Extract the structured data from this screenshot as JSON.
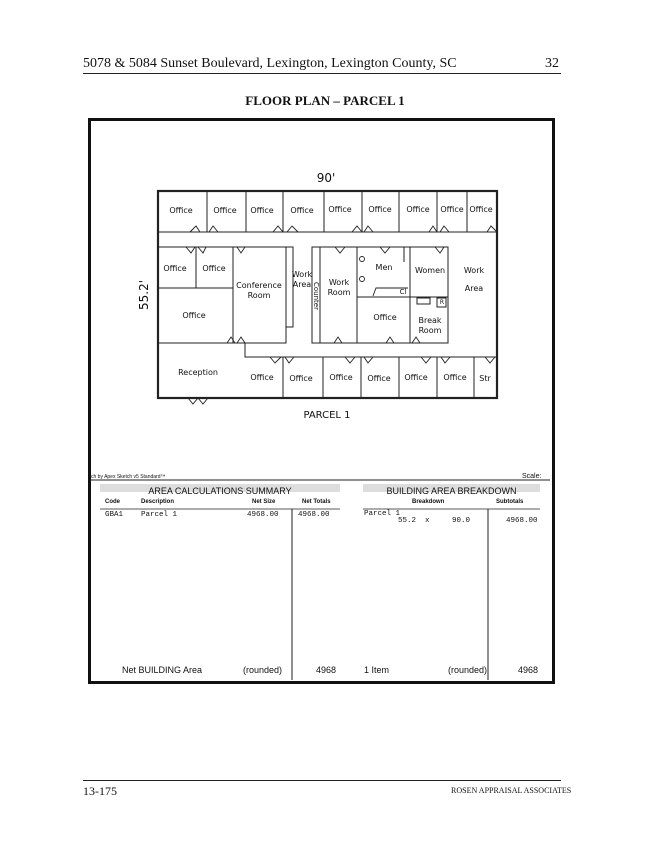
{
  "header": {
    "address": "5078 & 5084 Sunset Boulevard, Lexington, Lexington County, SC",
    "page_number": "32"
  },
  "title": "FLOOR PLAN – PARCEL 1",
  "plan": {
    "width_dim": "90'",
    "depth_dim": "55.2'",
    "parcel_label": "PARCEL 1",
    "rooms": {
      "office": "Office",
      "conference": "Conference Room",
      "work_area": "Work Area",
      "counter": "Counter",
      "work_room": "Work Room",
      "men": "Men",
      "women": "Women",
      "break_room": "Break Room",
      "reception": "Reception",
      "storage": "Str",
      "closet": "Cl",
      "refrigerator": "R"
    }
  },
  "sketch": {
    "credit": "ch by Apex Sketch v5 Standard™",
    "scale_label": "Scale:"
  },
  "area_summary": {
    "title": "AREA CALCULATIONS SUMMARY",
    "columns": [
      "Code",
      "Description",
      "Net Size",
      "Net Totals"
    ],
    "rows": [
      {
        "code": "GBA1",
        "description": "Parcel 1",
        "net_size": "4968.00",
        "net_total": "4968.00"
      }
    ],
    "footer_label": "Net BUILDING Area",
    "footer_rounded": "(rounded)",
    "footer_value": "4968"
  },
  "breakdown": {
    "title": "BUILDING AREA BREAKDOWN",
    "columns": [
      "Breakdown",
      "Subtotals"
    ],
    "rows": [
      {
        "name": "Parcel 1",
        "calc": "55.2  x     90.0",
        "subtotal": "4968.00"
      }
    ],
    "footer_items": "1 Item",
    "footer_rounded": "(rounded)",
    "footer_value": "4968"
  },
  "footer": {
    "left": "13-175",
    "right": "ROSEN APPRAISAL ASSOCIATES"
  }
}
